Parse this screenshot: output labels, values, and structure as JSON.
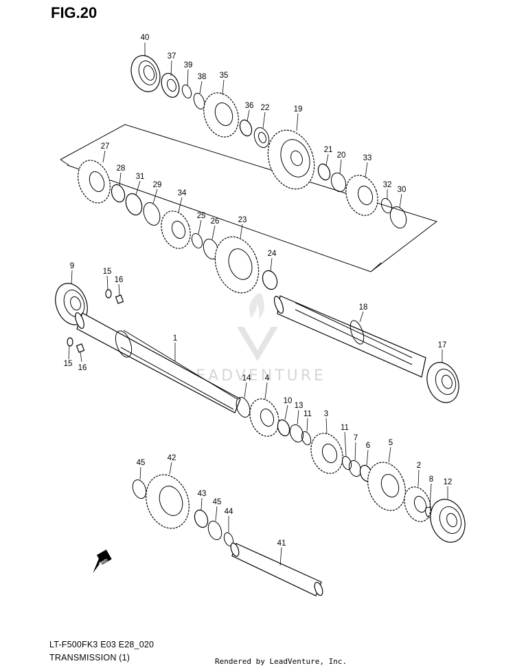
{
  "figure": {
    "title": "FIG.20",
    "model_code": "LT-F500FK3 E03 E28_020",
    "section_name": "TRANSMISSION (1)",
    "credit": "Rendered by LeadVenture, Inc.",
    "watermark": "LEADVENTURE",
    "direction_arrow_label": "FWD"
  },
  "callouts": {
    "c40": "40",
    "c37": "37",
    "c39": "39",
    "c38": "38",
    "c35": "35",
    "c36": "36",
    "c22": "22",
    "c19": "19",
    "c27": "27",
    "c28": "28",
    "c31": "31",
    "c29": "29",
    "c34": "34",
    "c25": "25",
    "c26": "26",
    "c23": "23",
    "c21": "21",
    "c20": "20",
    "c33": "33",
    "c32": "32",
    "c30": "30",
    "c24": "24",
    "c9": "9",
    "c15a": "15",
    "c16a": "16",
    "c18": "18",
    "c1": "1",
    "c17": "17",
    "c15b": "15",
    "c16b": "16",
    "c14": "14",
    "c4": "4",
    "c10": "10",
    "c13": "13",
    "c11a": "11",
    "c3": "3",
    "c11b": "11",
    "c7": "7",
    "c6": "6",
    "c5": "5",
    "c2": "2",
    "c8": "8",
    "c12": "12",
    "c45a": "45",
    "c42": "42",
    "c43": "43",
    "c45b": "45",
    "c44": "44",
    "c41": "41"
  },
  "colors": {
    "line": "#000000",
    "background": "#ffffff",
    "watermark": "#d6d6d6"
  }
}
